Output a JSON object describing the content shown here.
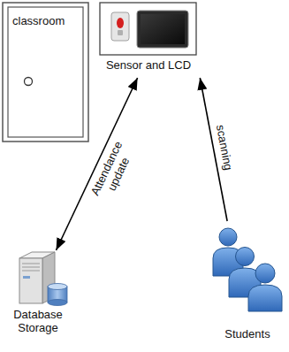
{
  "diagram": {
    "nodes": [
      {
        "text": [
          "classroom"
        ]
      },
      {
        "text": [
          "Sensor and LCD"
        ]
      },
      {
        "text": [
          "Database Storage"
        ]
      },
      {
        "text": [
          "Students"
        ]
      }
    ],
    "edges": [
      {
        "from": 2,
        "to": 1,
        "label": "Attendance update",
        "arrow": "both"
      },
      {
        "from": 3,
        "to": 1,
        "label": "scanning",
        "arrow": "to"
      }
    ]
  }
}
